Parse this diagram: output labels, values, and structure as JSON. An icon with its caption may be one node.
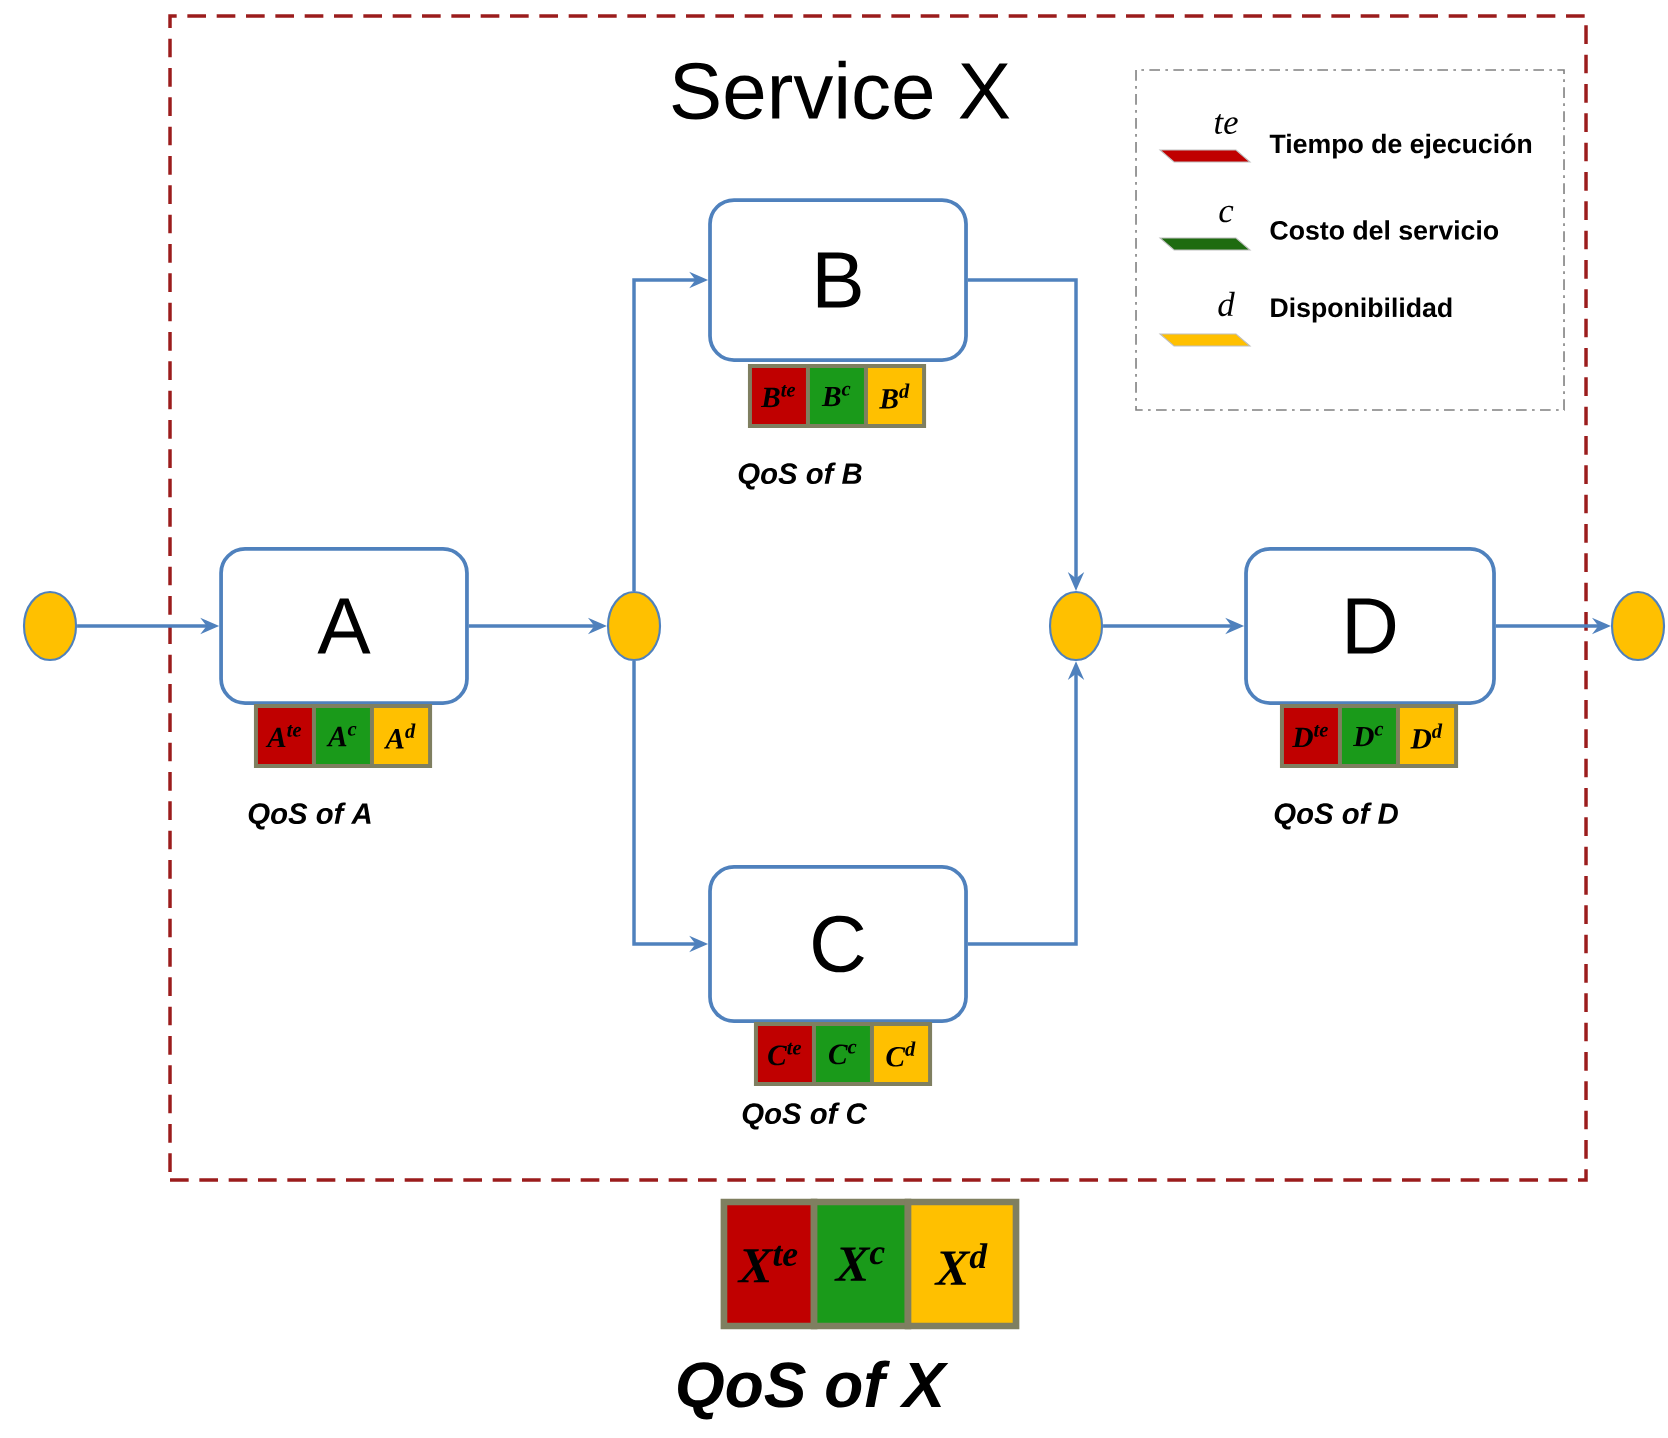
{
  "diagram": {
    "nodes": [
      {
        "text": [
          "Service X"
        ]
      },
      {
        "text": [],
        "shape": "circle"
      },
      {
        "text": [
          "A"
        ],
        "in": 0
      },
      {
        "text": [],
        "shape": "circle",
        "in": 0
      },
      {
        "text": [
          "B"
        ],
        "in": 0
      },
      {
        "text": [
          "C"
        ],
        "in": 0
      },
      {
        "text": [],
        "shape": "circle",
        "in": 0
      },
      {
        "text": [
          "D"
        ],
        "in": 0
      },
      {
        "text": [],
        "shape": "circle"
      },
      {
        "text": [
          "A$^{te}$"
        ],
        "in": 0
      },
      {
        "text": [
          "A$^{c}$"
        ],
        "in": 0
      },
      {
        "text": [
          "A$^{d}$"
        ],
        "in": 0
      },
      {
        "text": [
          "B$^{te}$"
        ],
        "in": 0
      },
      {
        "text": [
          "B$^{c}$"
        ],
        "in": 0
      },
      {
        "text": [
          "B$^{d}$"
        ],
        "in": 0
      },
      {
        "text": [
          "C$^{te}$"
        ],
        "in": 0
      },
      {
        "text": [
          "C$^{c}$"
        ],
        "in": 0
      },
      {
        "text": [
          "C$^{d}$"
        ],
        "in": 0
      },
      {
        "text": [
          "D$^{te}$"
        ],
        "in": 0
      },
      {
        "text": [
          "D$^{c}$"
        ],
        "in": 0
      },
      {
        "text": [
          "D$^{d}$"
        ],
        "in": 0
      },
      {
        "text": [
          "X$^{te}$"
        ]
      },
      {
        "text": [
          "X$^{c}$"
        ]
      },
      {
        "text": [
          "X$^{d}$"
        ]
      }
    ],
    "edges": [
      {
        "from": 1,
        "to": 2,
        "arrow": "to"
      },
      {
        "from": 2,
        "to": 3,
        "arrow": "to"
      },
      {
        "from": 3,
        "to": 4,
        "arrow": "to"
      },
      {
        "from": 3,
        "to": 5,
        "arrow": "to"
      },
      {
        "from": 4,
        "to": 6,
        "arrow": "to"
      },
      {
        "from": 5,
        "to": 6,
        "arrow": "to"
      },
      {
        "from": 6,
        "to": 7,
        "arrow": "to"
      },
      {
        "from": 7,
        "to": 8,
        "arrow": "to"
      }
    ],
    "labels": [
      "te",
      "c",
      "d",
      "QoS of B",
      "QoS of A",
      "QoS of D",
      "QoS of C",
      "QoS of X"
    ],
    "legend": [
      {
        "text": "Tiempo de ejecución",
        "color": "#c00000"
      },
      {
        "text": "Costo del servicio",
        "color": "#1e6b10"
      },
      {
        "text": "Disponibilidad",
        "color": "#ffc000"
      }
    ]
  }
}
